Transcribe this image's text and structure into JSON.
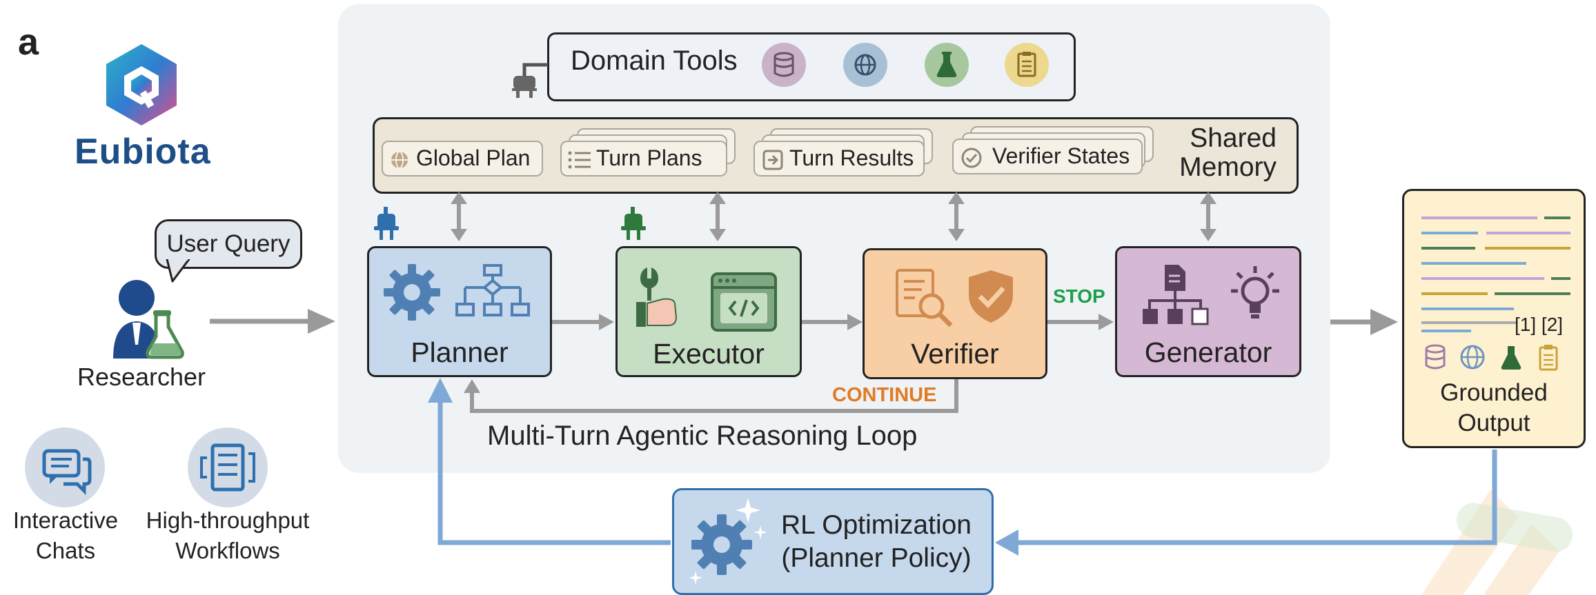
{
  "panel_label": "a",
  "brand": {
    "name": "Eubiota"
  },
  "user": {
    "query_bubble": "User Query",
    "role": "Researcher"
  },
  "modes": [
    {
      "label_line1": "Interactive",
      "label_line2": "Chats",
      "icon": "chat-icon"
    },
    {
      "label_line1": "High-throughput",
      "label_line2": "Workflows",
      "icon": "workflow-icon"
    }
  ],
  "domain_tools": {
    "title": "Domain Tools",
    "tools": [
      {
        "icon": "database-icon",
        "color": "#c9b3c9"
      },
      {
        "icon": "globe-icon",
        "color": "#a9bfd4"
      },
      {
        "icon": "flask-icon",
        "color": "#a7c79e"
      },
      {
        "icon": "clipboard-icon",
        "color": "#ecd88e"
      }
    ]
  },
  "shared_memory": {
    "title_line1": "Shared",
    "title_line2": "Memory",
    "items": [
      "Global Plan",
      "Turn Plans",
      "Turn Results",
      "Verifier States"
    ]
  },
  "agents": {
    "planner": {
      "label": "Planner",
      "color": "#c5d8ec"
    },
    "executor": {
      "label": "Executor",
      "color": "#c6dfc4"
    },
    "verifier": {
      "label": "Verifier",
      "color": "#f8cfa4"
    },
    "generator": {
      "label": "Generator",
      "color": "#d5b8d4"
    }
  },
  "flow_labels": {
    "stop": "STOP",
    "continue": "CONTINUE"
  },
  "loop_title": "Multi-Turn Agentic Reasoning Loop",
  "output": {
    "title_line1": "Grounded",
    "title_line2": "Output",
    "citations": "[1] [2]"
  },
  "rl": {
    "line1": "RL Optimization",
    "line2": "(Planner Policy)"
  },
  "colors": {
    "arrow_gray": "#9a9a9a",
    "feedback_blue": "#7ea9d6",
    "stop_green": "#1e9e4a",
    "continue_orange": "#e07b24"
  }
}
